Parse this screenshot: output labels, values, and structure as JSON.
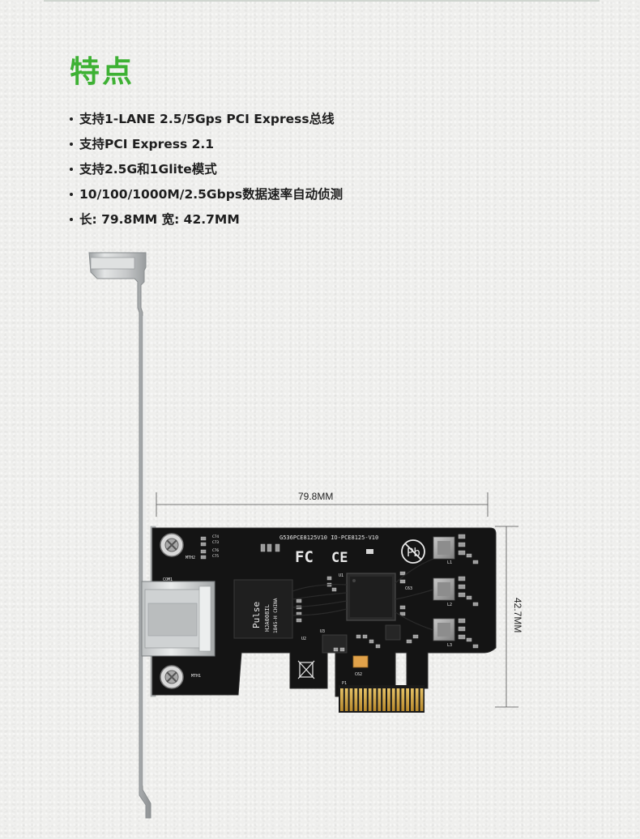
{
  "page": {
    "title": "特点"
  },
  "features": [
    "支持1-LANE 2.5/5Gps PCI Express总线",
    "支持PCI Express 2.1",
    "支持2.5G和1Glite模式",
    "10/100/1000M/2.5Gbps数据速率自动侦测",
    "长: 79.8MM  宽: 42.7MM"
  ],
  "dimensions": {
    "length_label": "79.8MM",
    "width_label": "42.7MM"
  },
  "board": {
    "silkscreen_model": "G536PCE8125V10  IO-PCE8125-V10",
    "transformer_brand": "Pulse",
    "transformer_part": "HJA008IL",
    "transformer_code": "1845-H CHINA",
    "cert_marks": [
      "FC",
      "CE",
      "Pb"
    ],
    "labels": {
      "com1": "COM1",
      "mth1": "MTH1",
      "mth2": "MTH2",
      "u1": "U1",
      "u2": "U2",
      "u3": "U3",
      "c62": "C62",
      "c63": "C63",
      "p1": "P1",
      "l1": "L1",
      "l2": "L2",
      "l3": "L3",
      "c74": "C74",
      "c73": "C73",
      "c76": "C76",
      "c75": "C75"
    }
  },
  "colors": {
    "title_green": "#3eb134",
    "pcb": "#141414",
    "bracket": "#d0d2d2"
  }
}
